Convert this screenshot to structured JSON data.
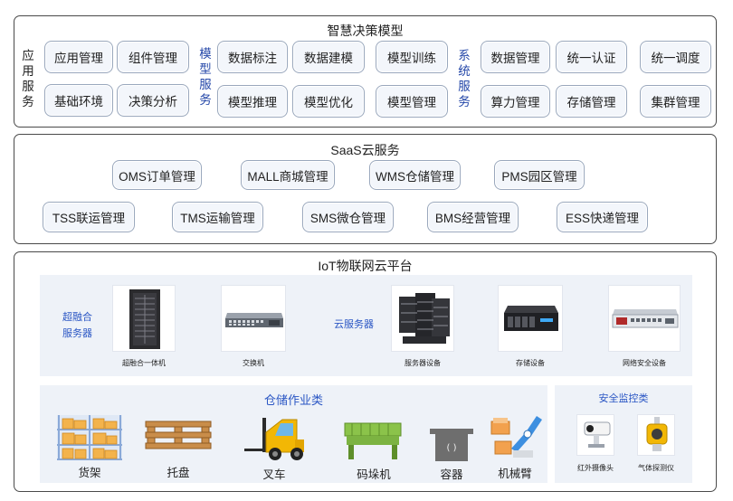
{
  "decision": {
    "title": "智慧决策模型",
    "app_label": "应用服务",
    "app_items": [
      "应用管理",
      "组件管理",
      "基础环境",
      "决策分析"
    ],
    "model_label": "模型服务",
    "model_items": [
      "数据标注",
      "数据建模",
      "模型训练",
      "模型推理",
      "模型优化",
      "模型管理"
    ],
    "system_label": "系统服务",
    "system_items": [
      "数据管理",
      "统一认证",
      "统一调度",
      "算力管理",
      "存储管理",
      "集群管理"
    ]
  },
  "saas": {
    "title": "SaaS云服务",
    "row1": [
      "OMS订单管理",
      "MALL商城管理",
      "WMS仓储管理",
      "PMS园区管理"
    ],
    "row2": [
      "TSS联运管理",
      "TMS运输管理",
      "SMS微仓管理",
      "BMS经营管理",
      "ESS快递管理"
    ]
  },
  "iot": {
    "title": "IoT物联网云平台",
    "hci": {
      "label_line1": "超融合",
      "label_line2": "服务器",
      "devices": [
        {
          "name": "超融合一体机",
          "icon": "hyperconverged-rack-icon"
        },
        {
          "name": "交换机",
          "icon": "network-switch-icon"
        }
      ]
    },
    "cloud": {
      "label": "云服务器",
      "devices": [
        {
          "name": "服务器设备",
          "icon": "server-cluster-icon"
        },
        {
          "name": "存储设备",
          "icon": "storage-device-icon"
        },
        {
          "name": "网络安全设备",
          "icon": "firewall-device-icon"
        }
      ]
    },
    "warehouse": {
      "title": "仓储作业类",
      "items": [
        {
          "name": "货架",
          "icon": "shelf-icon"
        },
        {
          "name": "托盘",
          "icon": "pallet-icon"
        },
        {
          "name": "叉车",
          "icon": "forklift-icon"
        },
        {
          "name": "码垛机",
          "icon": "palletizer-icon"
        },
        {
          "name": "容器",
          "icon": "container-icon"
        },
        {
          "name": "机械臂",
          "icon": "robot-arm-icon"
        }
      ]
    },
    "security": {
      "title": "安全监控类",
      "items": [
        {
          "name": "红外摄像头",
          "icon": "infrared-camera-icon"
        },
        {
          "name": "气体探测仪",
          "icon": "gas-detector-icon"
        }
      ]
    }
  },
  "colors": {
    "accent_blue": "#2a56c4",
    "button_fill": "#f3f6fb",
    "sub_panel": "#eef2f8",
    "forklift_yellow": "#f2b705",
    "palletizer_green": "#8bc34a",
    "wood": "#c98d4a"
  }
}
